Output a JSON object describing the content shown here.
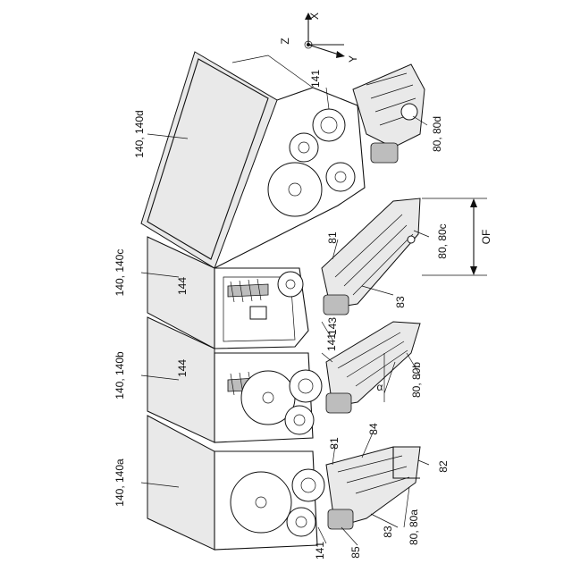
{
  "axes": {
    "x": "X",
    "y": "Y",
    "z": "Z"
  },
  "labels": {
    "unit_d": "140, 140d",
    "unit_c": "140, 140c",
    "unit_b": "140, 140b",
    "unit_a": "140, 140a",
    "ref_141_top": "141",
    "ref_141_mid": "141",
    "ref_141_bottom": "141",
    "ref_144_c": "144",
    "ref_144_b": "144",
    "ref_143": "143",
    "ref_81_c": "81",
    "ref_81_a": "81",
    "ref_83_c": "83",
    "ref_83_a": "83",
    "ref_84": "84",
    "ref_85": "85",
    "ref_82": "82",
    "dev_d": "80, 80d",
    "dev_c": "80, 80c",
    "dev_b": "80, 80b",
    "dev_a": "80, 80a",
    "dim_of": "OF",
    "angle_alpha": "α"
  }
}
